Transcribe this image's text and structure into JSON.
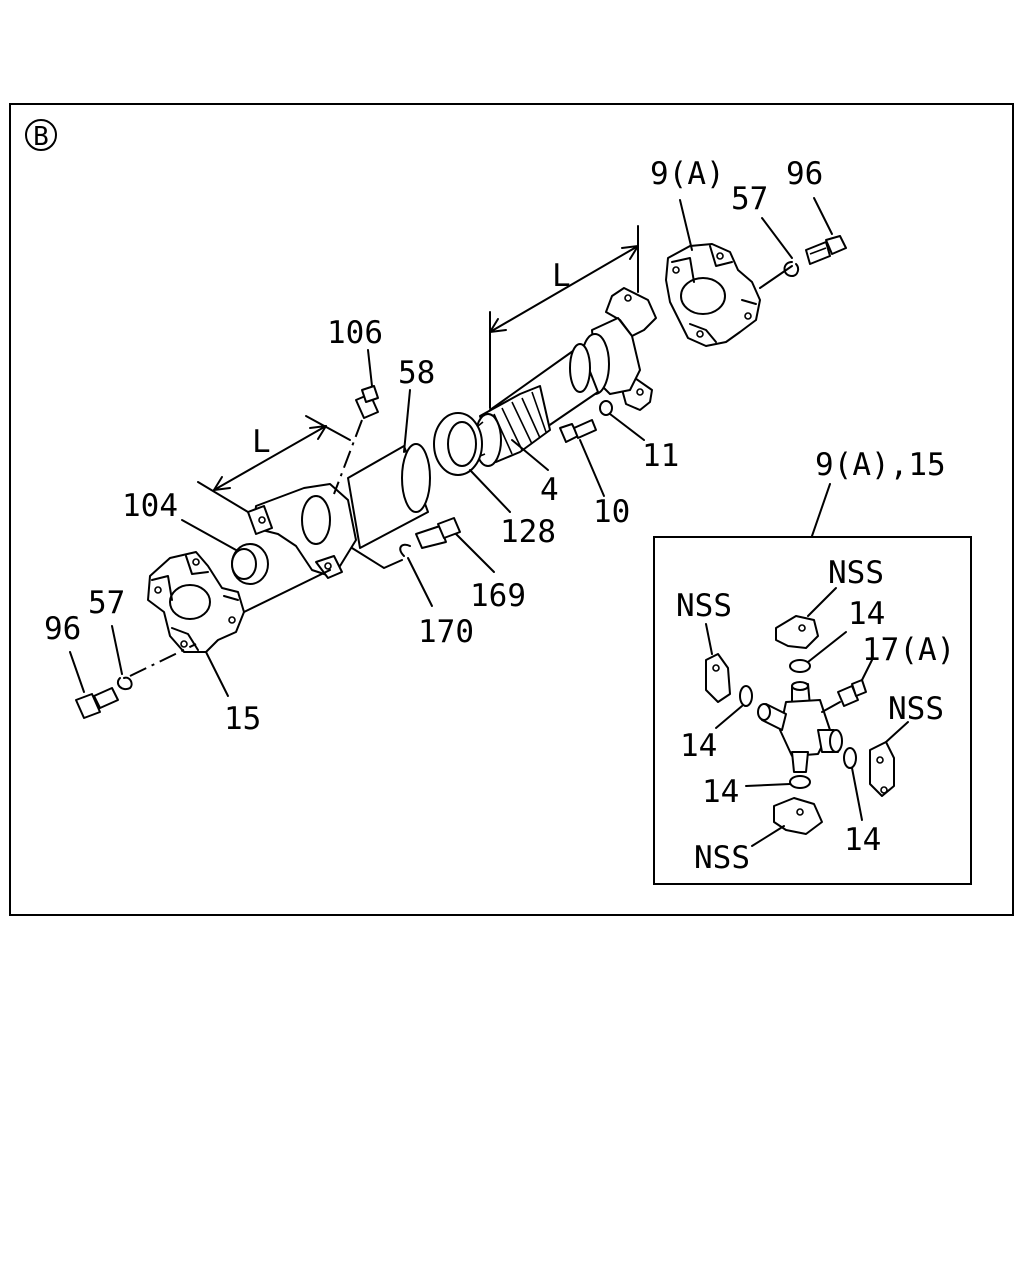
{
  "section_marker": "B",
  "labels": {
    "p9a_top": "9(A)",
    "p96_top": "96",
    "p57_top": "57",
    "L_top": "L",
    "p106": "106",
    "p58": "58",
    "L_left": "L",
    "p11": "11",
    "p4": "4",
    "p10": "10",
    "p128": "128",
    "p104": "104",
    "p169": "169",
    "p170": "170",
    "p57_left": "57",
    "p96_left": "96",
    "p15": "15",
    "inset_title": "9(A),15",
    "inset_nss_top": "NSS",
    "inset_nss_left": "NSS",
    "inset_14_top": "14",
    "inset_17a": "17(A)",
    "inset_nss_right": "NSS",
    "inset_14_left": "14",
    "inset_14_mid": "14",
    "inset_14_right": "14",
    "inset_nss_bottom": "NSS"
  }
}
